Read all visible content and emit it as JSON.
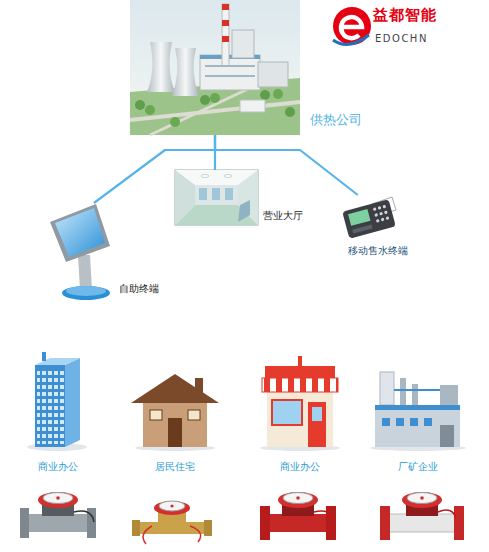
{
  "diagram": {
    "nodes": [
      {
        "text": [
          "供热公司"
        ]
      },
      {
        "text": [
          "自助终端"
        ]
      },
      {
        "text": [
          "营业大厅"
        ]
      },
      {
        "text": [
          "移动售水终端"
        ]
      },
      {
        "text": [
          "商业办公"
        ]
      },
      {
        "text": [
          "居民住宅"
        ]
      },
      {
        "text": [
          "商业办公"
        ]
      },
      {
        "text": [
          "厂矿企业"
        ]
      }
    ],
    "edges": [
      {
        "from": 0,
        "to": 1,
        "arrow": "none"
      },
      {
        "from": 0,
        "to": 2,
        "arrow": "none"
      },
      {
        "from": 0,
        "to": 3,
        "arrow": "none"
      }
    ],
    "labels": [
      "益都智能",
      "EDOCHN"
    ]
  }
}
